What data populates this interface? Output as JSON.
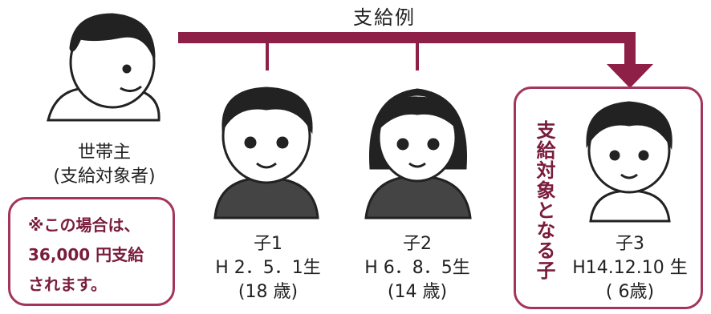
{
  "title": "支給例",
  "head": {
    "name": "世帯主",
    "role": "(支給対象者)"
  },
  "children": [
    {
      "name": "子1",
      "birth": "H 2．5．1生",
      "age": "(18 歳)"
    },
    {
      "name": "子2",
      "birth": "H 6．8．5生",
      "age": "(14 歳)"
    },
    {
      "name": "子3",
      "birth": "H14.12.10 生",
      "age": "( 6歳)"
    }
  ],
  "note": [
    "※この場合は、",
    "36,000 円支給",
    "されます。"
  ],
  "eligible_label": "支給対象となる子",
  "colors": {
    "accent": "#a3345c",
    "accent_text": "#7a1c3c",
    "line": "#8e1f47"
  }
}
